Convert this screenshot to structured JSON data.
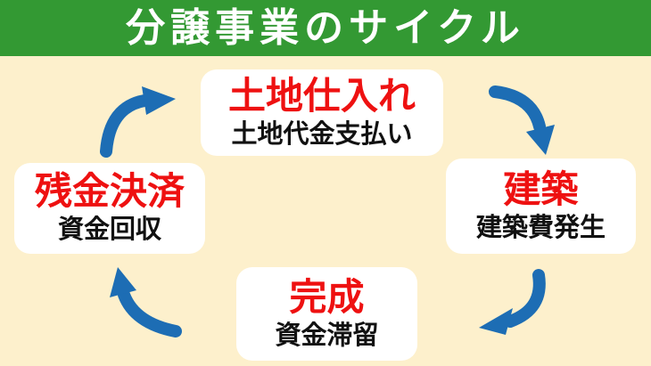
{
  "title": "分譲事業のサイクル",
  "colors": {
    "header_bg": "#339933",
    "background": "#fdf0cc",
    "box_bg": "#ffffff",
    "step_title": "#ee1111",
    "step_subtitle": "#111111",
    "header_text": "#ffffff",
    "arrow": "#1d6db4"
  },
  "cycle": {
    "direction": "clockwise",
    "steps": [
      {
        "title": "土地仕入れ",
        "subtitle": "土地代金支払い",
        "position": "top"
      },
      {
        "title": "建築",
        "subtitle": "建築費発生",
        "position": "right"
      },
      {
        "title": "完成",
        "subtitle": "資金滞留",
        "position": "bottom"
      },
      {
        "title": "残金決済",
        "subtitle": "資金回収",
        "position": "left"
      }
    ],
    "arrows": [
      {
        "name": "curved-arrow-left-to-top"
      },
      {
        "name": "curved-arrow-top-to-right"
      },
      {
        "name": "curved-arrow-right-to-bottom"
      },
      {
        "name": "curved-arrow-bottom-to-left"
      }
    ]
  }
}
